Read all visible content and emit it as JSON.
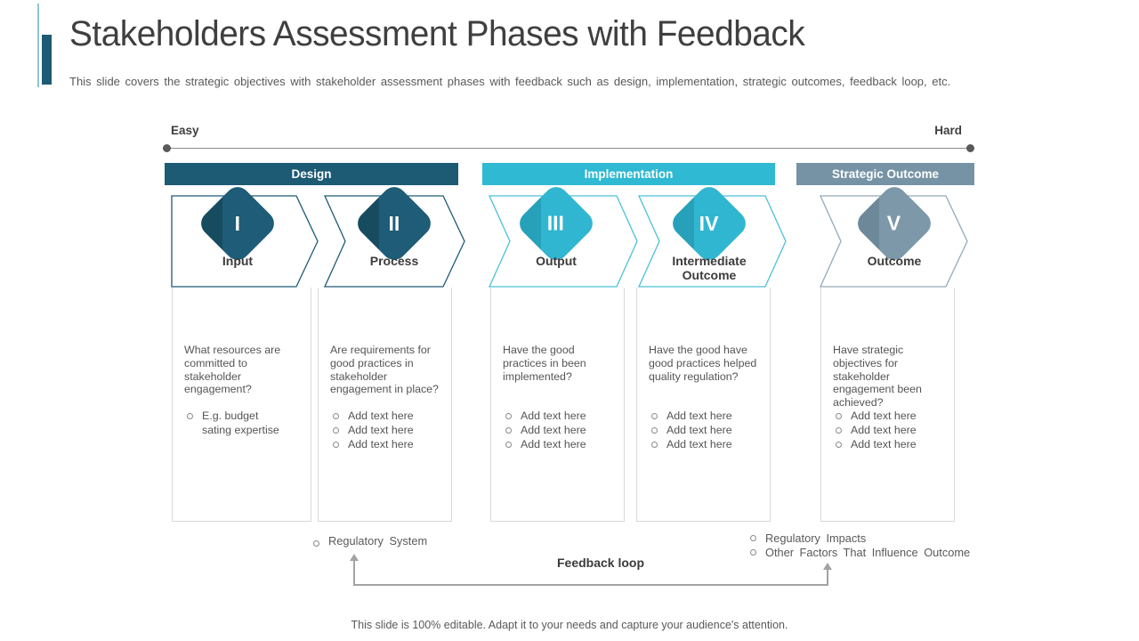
{
  "slide": {
    "title": "Stakeholders Assessment Phases with Feedback",
    "subtitle": "This slide covers the strategic objectives with stakeholder assessment phases with feedback such as design, implementation, strategic outcomes, feedback loop, etc.",
    "footer": "This slide is 100% editable. Adapt it to your needs and capture your audience's attention."
  },
  "scale": {
    "left_label": "Easy",
    "right_label": "Hard"
  },
  "groups": [
    {
      "label": "Design",
      "color": "#1d5a74"
    },
    {
      "label": "Implementation",
      "color": "#2fb9d3"
    },
    {
      "label": "Strategic Outcome",
      "color": "#7593a5"
    }
  ],
  "phases": [
    {
      "numeral": "I",
      "label": "Input",
      "question": "What resources are committed to stakeholder engagement?",
      "bullets": [
        "E.g. budget sating expertise"
      ]
    },
    {
      "numeral": "II",
      "label": "Process",
      "question": "Are requirements for good practices in stakeholder engagement in place?",
      "bullets": [
        "Add text here",
        "Add text here",
        "Add text here"
      ]
    },
    {
      "numeral": "III",
      "label": "Output",
      "question": "Have the good practices in been implemented?",
      "bullets": [
        "Add text here",
        "Add text here",
        "Add text here"
      ]
    },
    {
      "numeral": "IV",
      "label": "Intermediate Outcome",
      "question": "Have the good have good practices helped quality regulation?",
      "bullets": [
        "Add text here",
        "Add text here",
        "Add text here"
      ]
    },
    {
      "numeral": "V",
      "label": "Outcome",
      "question": "Have strategic objectives for stakeholder engagement been achieved?",
      "bullets": [
        "Add text here",
        "Add text here",
        "Add text here"
      ]
    }
  ],
  "feedback": {
    "label": "Feedback loop",
    "left_note": "Regulatory System",
    "right_notes": [
      "Regulatory Impacts",
      "Other Factors That Influence Outcome"
    ]
  },
  "colors": {
    "dark_teal": "#1d5a74",
    "cyan": "#2fb9d3",
    "gray_blue": "#7593a5"
  }
}
